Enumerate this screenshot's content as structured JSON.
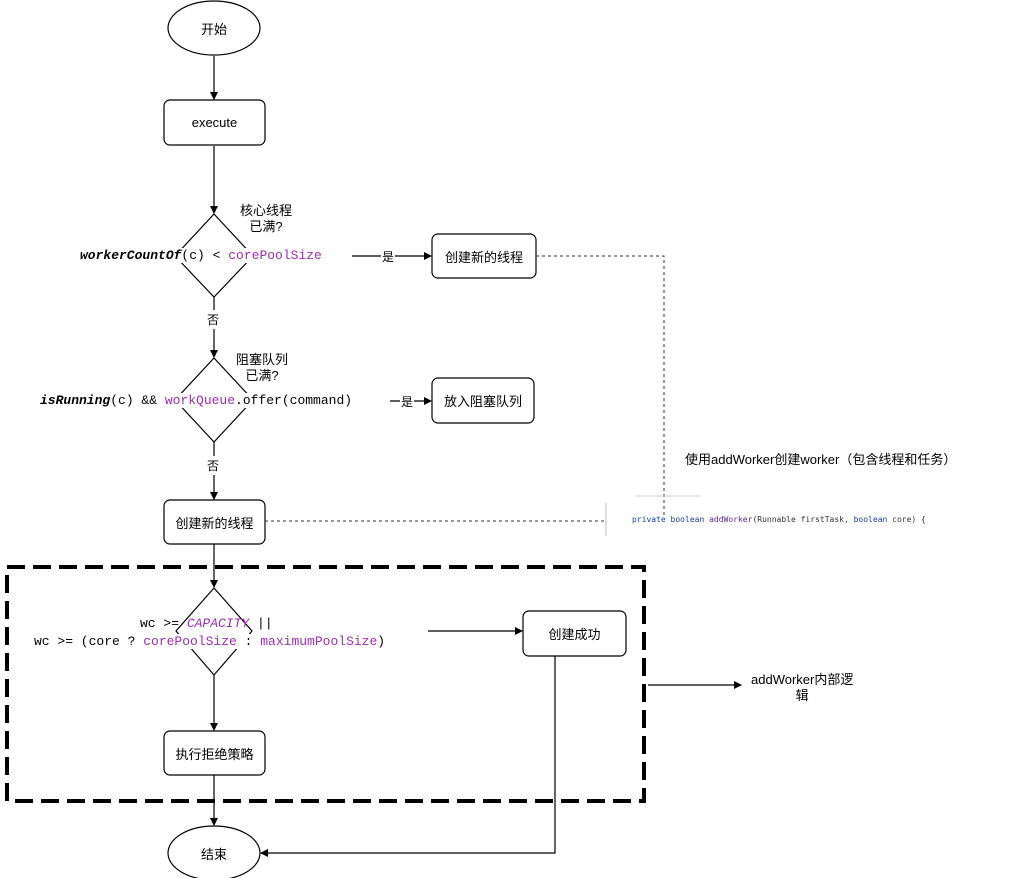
{
  "nodes": {
    "start": "开始",
    "execute": "execute",
    "create_thread_1": "创建新的线程",
    "enqueue": "放入阻塞队列",
    "create_thread_2": "创建新的线程",
    "create_success": "创建成功",
    "reject": "执行拒绝策略",
    "end": "结束"
  },
  "decisions": {
    "core_full": {
      "question": "核心线程\n已满?",
      "expr_func": "workerCountOf",
      "expr_arg": "(c) < ",
      "expr_field": "corePoolSize"
    },
    "queue_full": {
      "question": "阻塞队列\n已满?",
      "expr_func": "isRunning",
      "expr_mid": "(c) && ",
      "expr_field": "workQueue",
      "expr_tail": ".offer(command)"
    },
    "capacity": {
      "line1_prefix": "wc >= ",
      "line1_const": "CAPACITY",
      "line1_suffix": " ||",
      "line2_prefix": "wc >= (core ? ",
      "line2_field1": "corePoolSize",
      "line2_sep": " : ",
      "line2_field2": "maximumPoolSize",
      "line2_suffix": ")"
    }
  },
  "edges": {
    "yes": "是",
    "no": "否"
  },
  "annotations": {
    "add_worker_note": "使用addWorker创建worker（包含线程和任务）",
    "add_worker_inner": "addWorker内部逻\n辑"
  },
  "code_snippet": {
    "kw_private": "private",
    "kw_boolean": "boolean",
    "method": "addWorker",
    "params_a": "(Runnable firstTask, ",
    "kw_boolean2": "boolean",
    "params_b": " core) {"
  },
  "colors": {
    "keyword": "#9b2fae",
    "stroke": "#000000"
  }
}
